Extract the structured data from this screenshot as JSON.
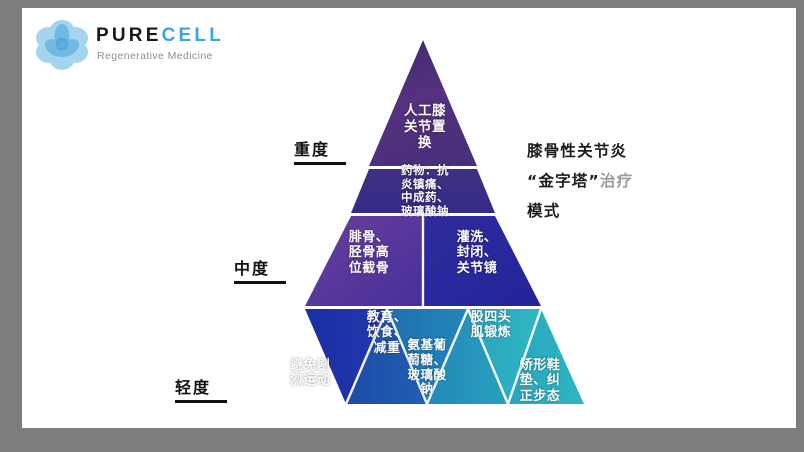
{
  "slide": {
    "background_color": "#ffffff",
    "frame_color": "#7d7d7d"
  },
  "logo": {
    "mark_icon": "flower-petal-logo-icon",
    "word_primary": "PURE",
    "word_secondary": "CELL",
    "tagline": "Regenerative Medicine",
    "color_primary": "#1a1a1a",
    "color_secondary": "#3aa6e0",
    "color_tagline": "#8e8e8e"
  },
  "diagram": {
    "title_line1": "膝骨性关节炎",
    "title_line2_open": "“金字塔”",
    "title_line2_rest": "治疗",
    "title_line3": "模式",
    "severity_levels": [
      {
        "id": "severe",
        "label": "重度"
      },
      {
        "id": "moderate",
        "label": "中度"
      },
      {
        "id": "mild",
        "label": "轻度"
      }
    ],
    "tiers": [
      {
        "id": "tier-apex",
        "cells": [
          {
            "id": "knee-replacement",
            "text": "人工膝\n关节置\n换",
            "color": "#4a2f7a"
          }
        ]
      },
      {
        "id": "tier-medication",
        "cells": [
          {
            "id": "medication",
            "text": "药物：抗\n炎镇痛、\n中成药、\n玻璃酸钠",
            "color": "#3b2f86"
          }
        ]
      },
      {
        "id": "tier-surgery",
        "cells": [
          {
            "id": "osteotomy",
            "text": "腓骨、\n胫骨高\n位截骨",
            "color": "#5a3a94"
          },
          {
            "id": "arthroscopy",
            "text": "灌洗、\n封闭、\n关节镜",
            "color": "#2b2a9e"
          }
        ]
      },
      {
        "id": "tier-base",
        "cells": [
          {
            "id": "avoid-strenuous-exercise",
            "text": "避免剧\n烈运动",
            "color": "#1f32a8"
          },
          {
            "id": "education-diet-weight",
            "text": "教育、\n饮食、\n减重",
            "color": "#1f55ac"
          },
          {
            "id": "glucosamine-hyaluronate",
            "text": "氨基葡\n萄糖、\n玻璃酸\n钠",
            "color": "#1f7cb4"
          },
          {
            "id": "quadriceps-training",
            "text": "股四头\n肌锻炼",
            "color": "#2393bd"
          },
          {
            "id": "orthotic-insole-gait",
            "text": "矫形鞋\n垫、纠\n正步态",
            "color": "#2aa8bf"
          }
        ]
      }
    ]
  }
}
